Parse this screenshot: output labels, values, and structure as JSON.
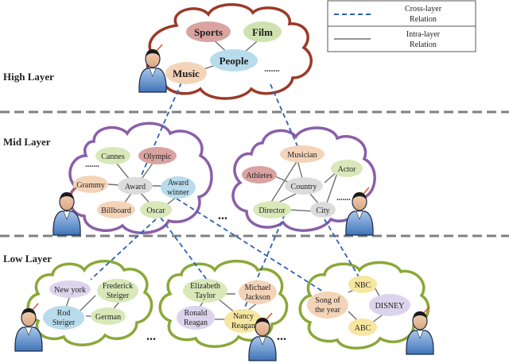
{
  "legend": {
    "cross_label_1": "Cross-layer",
    "cross_label_2": "Relation",
    "intra_label_1": "Intra-layer",
    "intra_label_2": "Relation"
  },
  "layers": {
    "high": "High Layer",
    "mid": "Mid Layer",
    "low": "Low Layer"
  },
  "colors": {
    "high_cloud": "#9b3a2a",
    "mid_cloud": "#8a5fa8",
    "low_cloud": "#8aa838",
    "cross_line": "#2e62b4",
    "intra_line": "#707070",
    "divider": "#808080"
  },
  "nodes": {
    "sports": "Sports",
    "film": "Film",
    "people": "People",
    "music": "Music",
    "high_dots": ".......",
    "cannes": "Cannes",
    "olympic": "Olympic",
    "grammy": "Grammy",
    "award": "Award",
    "award_winner_1": "Award",
    "award_winner_2": "winner",
    "billboard": "Billboard",
    "oscar": "Oscar",
    "midleft_dots": ".......",
    "musician": "Musician",
    "athletes": "Athletes",
    "country": "Country",
    "actor": "Actor",
    "director": "Director",
    "city": "City",
    "midright_dots": ".......",
    "newyork": "New york",
    "frederick_1": "Frederick",
    "frederick_2": "Steiger",
    "rod_1": "Rod",
    "rod_2": "Steiger",
    "german": "German",
    "elizabeth_1": "Elizabeth",
    "elizabeth_2": "Taylor",
    "michael_1": "Michael",
    "michael_2": "Jackson",
    "ronald_1": "Ronald",
    "ronald_2": "Reagan",
    "nancy_1": "Nancy",
    "nancy_2": "Reagan",
    "nbc": "NBC",
    "songofyear_1": "Song of",
    "songofyear_2": "the year",
    "disney": "DISNEY",
    "abc": "ABC",
    "mid_ellipsis": "...",
    "low_ellipsis_1": "...",
    "low_ellipsis_2": "..."
  },
  "icons": [
    "user-icon-high",
    "user-icon-mid-left",
    "user-icon-mid-right",
    "user-icon-low-left",
    "user-icon-low-middle",
    "user-icon-low-right"
  ]
}
